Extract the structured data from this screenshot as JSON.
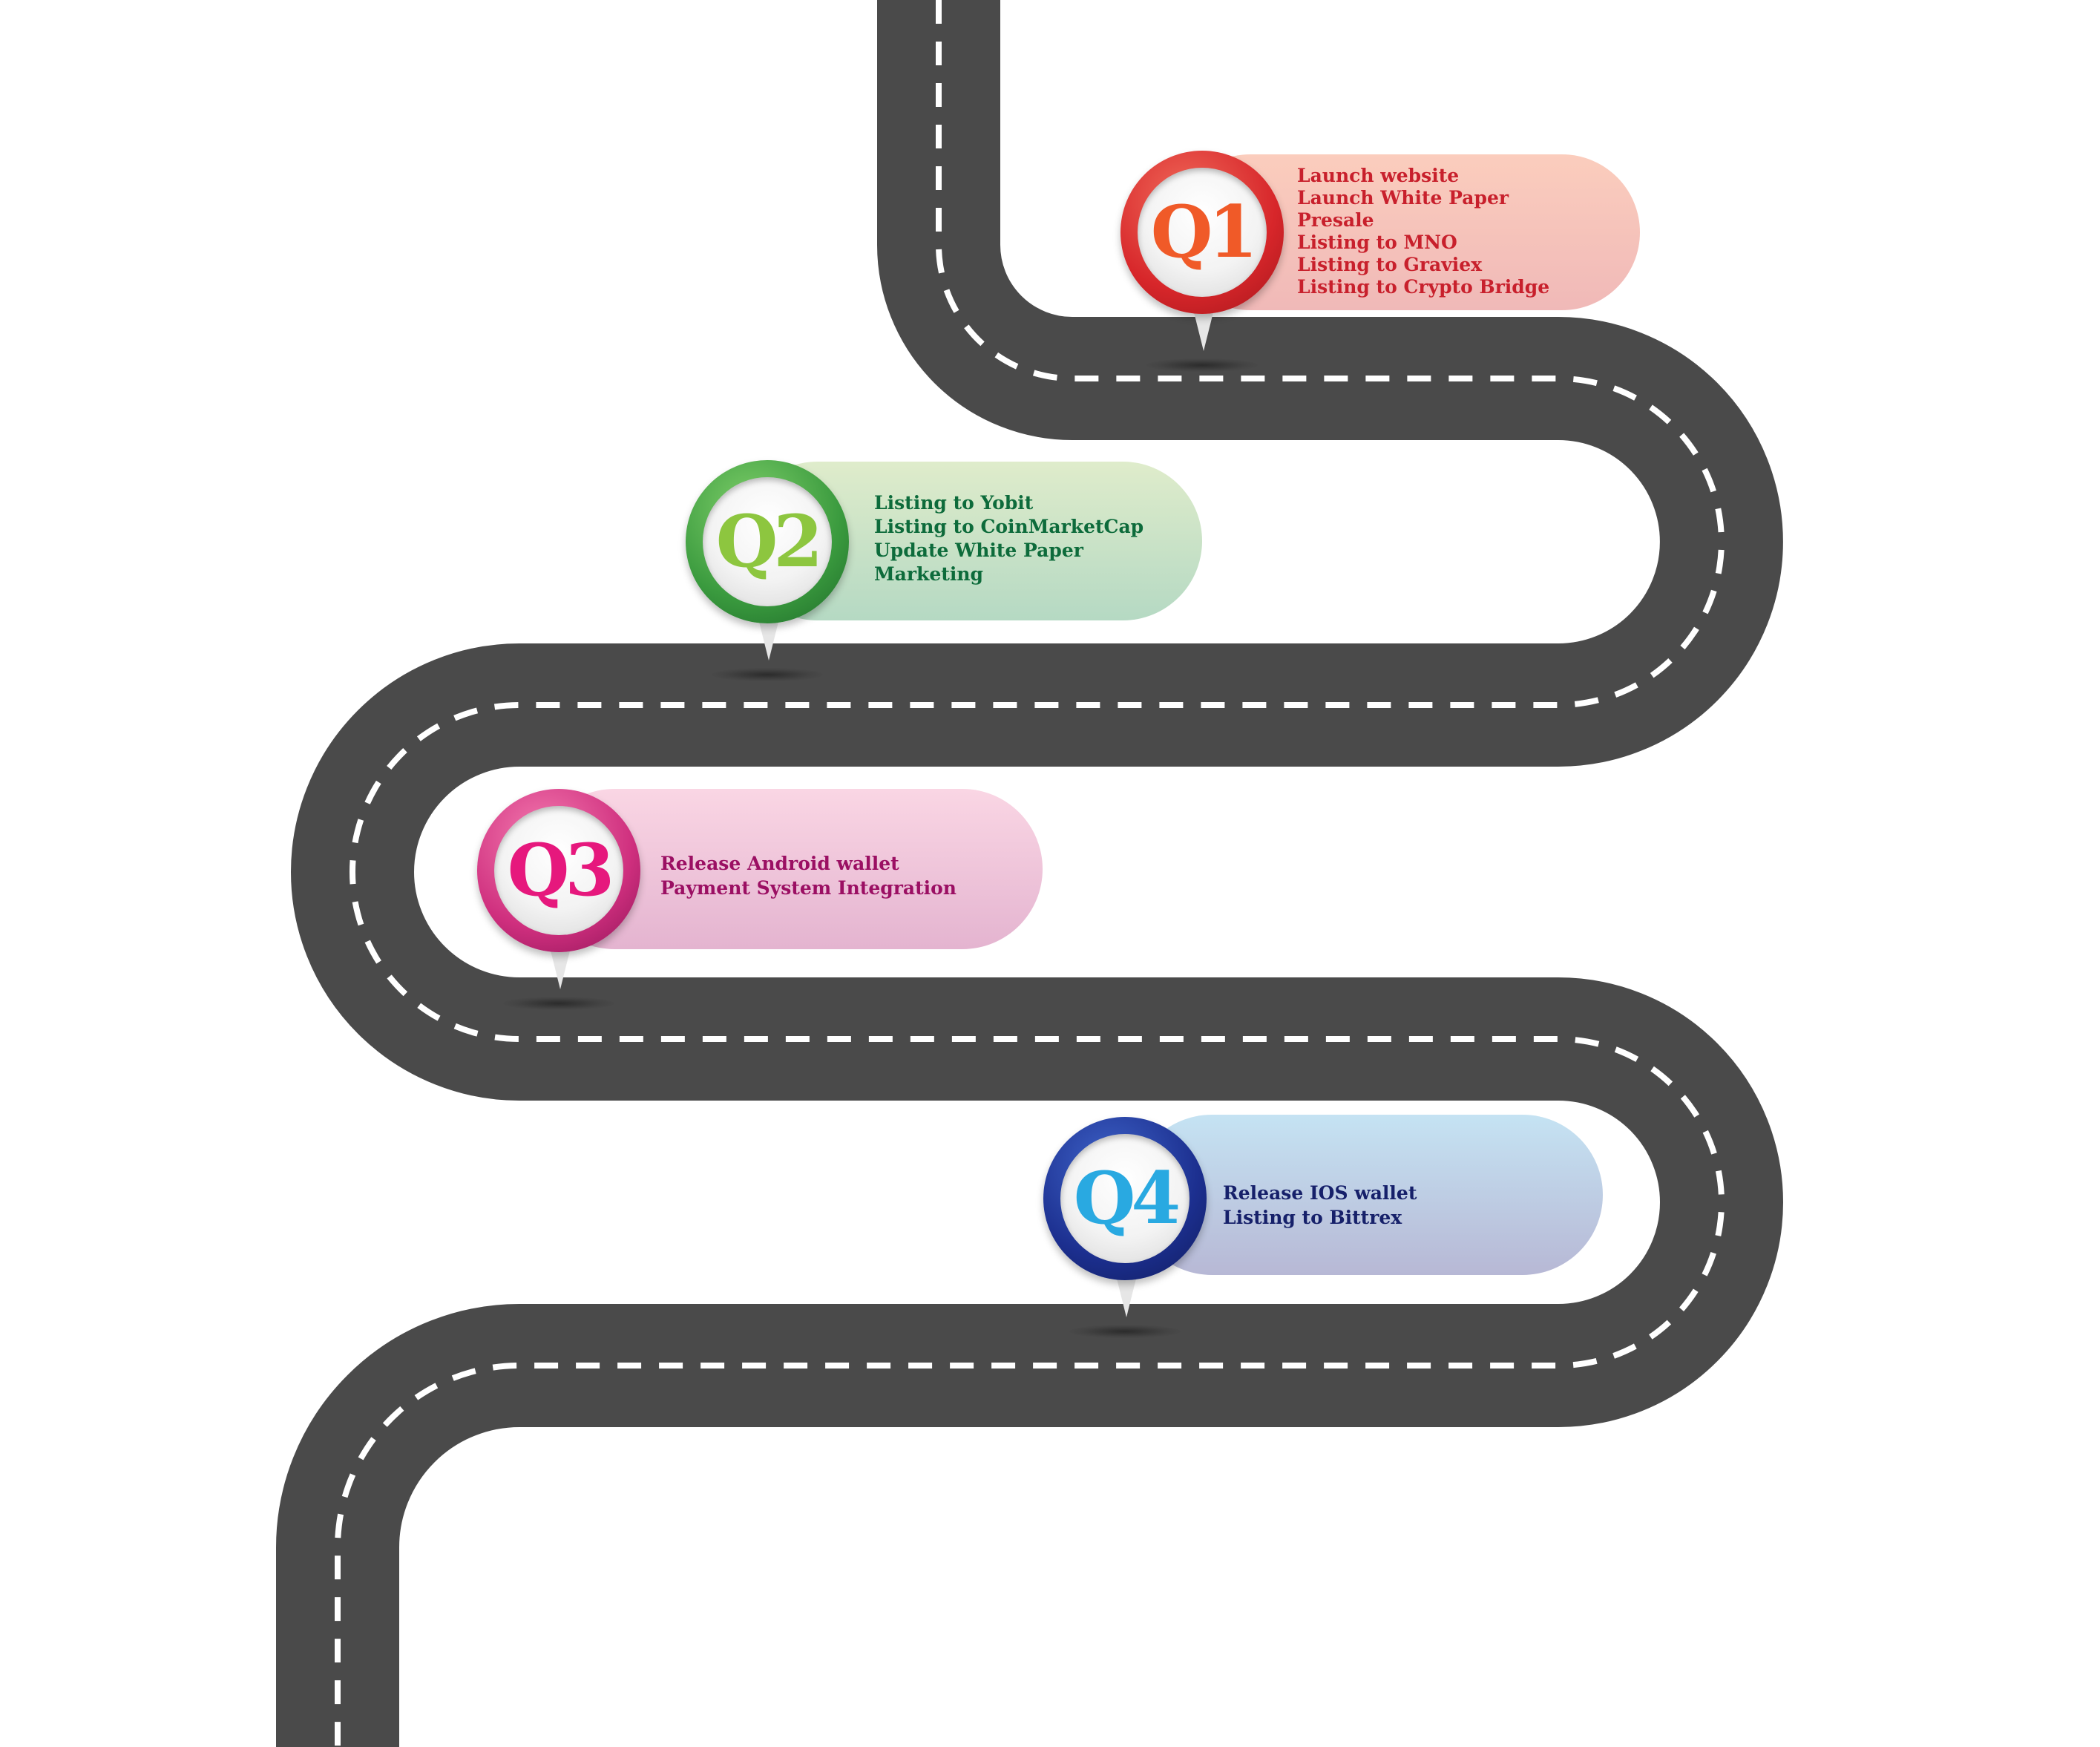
{
  "milestones": [
    {
      "label": "Q1",
      "label_color": "#f05a28",
      "items": [
        "Launch website",
        "Launch White Paper",
        "Presale",
        "Listing to MNO",
        "Listing to Graviex",
        "Listing to Crypto Bridge"
      ]
    },
    {
      "label": "Q2",
      "label_color": "#8dc63f",
      "items": [
        "Listing to Yobit",
        "Listing to CoinMarketCap",
        "Update White Paper",
        "Marketing"
      ]
    },
    {
      "label": "Q3",
      "label_color": "#e6187d",
      "items": [
        "Release Android wallet",
        "Payment System Integration"
      ]
    },
    {
      "label": "Q4",
      "label_color": "#29a9e1",
      "items": [
        "Release IOS wallet",
        "Listing to Bittrex"
      ]
    }
  ],
  "colors": {
    "road": "#4a4a4a",
    "road_marking": "#ffffff",
    "q1_text": "#c8202c",
    "q2_text": "#0d6b3b",
    "q3_text": "#9b0f63",
    "q4_text": "#16206a"
  }
}
